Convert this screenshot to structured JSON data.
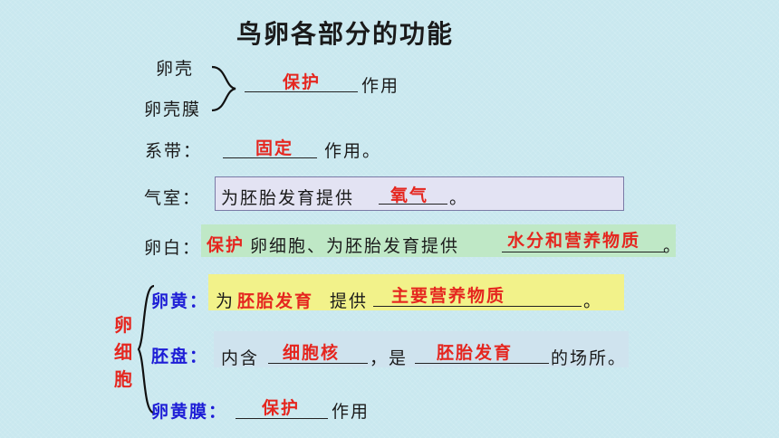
{
  "title": "鸟卵各部分的功能",
  "shell": {
    "label_top": "卵壳",
    "label_bottom": "卵壳膜",
    "answer": "保护",
    "suffix": "作用"
  },
  "chalaza": {
    "label": "系带：",
    "answer": "固定",
    "suffix": "作用。"
  },
  "air_cell": {
    "label": "气室：",
    "prefix": "为胚胎发育提供",
    "answer": "氧气",
    "suffix": "。"
  },
  "albumen": {
    "label": "卵白：",
    "answer1": "保护",
    "middle": "卵细胞、为胚胎发育提供",
    "answer2": "水分和营养物质",
    "suffix": "。"
  },
  "egg_cell": {
    "label": [
      "卵",
      "细",
      "胞"
    ],
    "yolk": {
      "label": "卵黄：",
      "prefix": "为",
      "answer1": "胚胎发育",
      "middle": "提供",
      "answer2": "主要营养物质",
      "suffix": "。"
    },
    "blastodisc": {
      "label": "胚盘：",
      "prefix": "内含",
      "answer1": "细胞核",
      "middle": "，是",
      "answer2": "胚胎发育",
      "suffix": "的场所。"
    },
    "yolk_membrane": {
      "label": "卵黄膜：",
      "answer": "保护",
      "suffix": "作用"
    }
  },
  "colors": {
    "background": "#c9e8ef",
    "answer_red": "#e5261f",
    "label_blue": "#1d1dd6",
    "label_red": "#e5261f",
    "box_airroom": "#e3e3f3",
    "box_albumen": "#bfe8c6",
    "box_yolk": "#f2f28a",
    "box_blastodisc": "#cfe3ee"
  }
}
